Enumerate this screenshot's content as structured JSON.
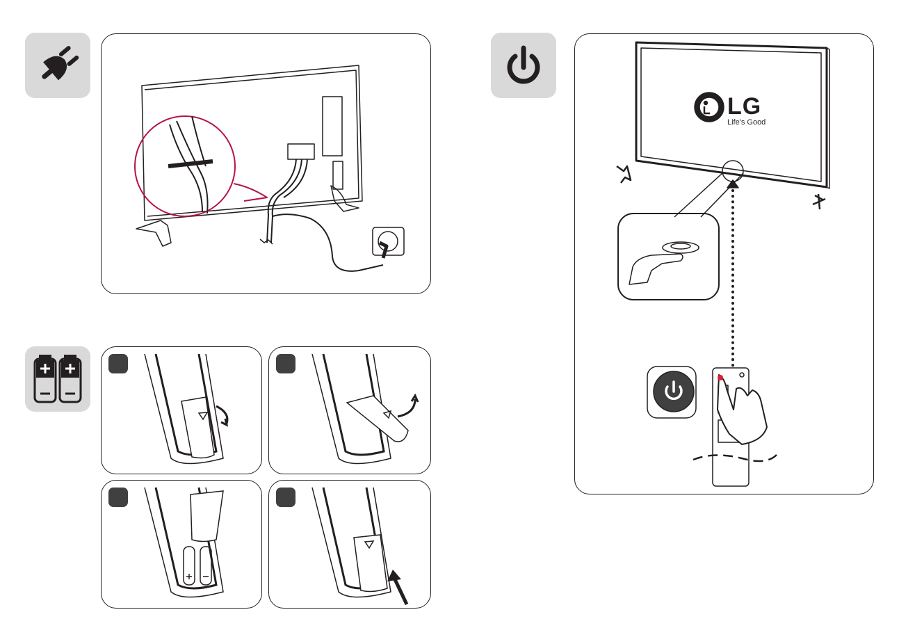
{
  "brand": {
    "name": "LG",
    "slogan": "Life's Good"
  },
  "sections": {
    "power_cable": {
      "icon": "plug-icon"
    },
    "batteries": {
      "icon": "batteries-icon",
      "steps": 4
    },
    "power_on": {
      "icon": "power-icon"
    }
  },
  "colors": {
    "icon_background": "#d9d9d9",
    "line": "#231f20",
    "magnifier_accent": "#b5134a",
    "led_red": "#e0202e",
    "step_badge": "#404040"
  }
}
